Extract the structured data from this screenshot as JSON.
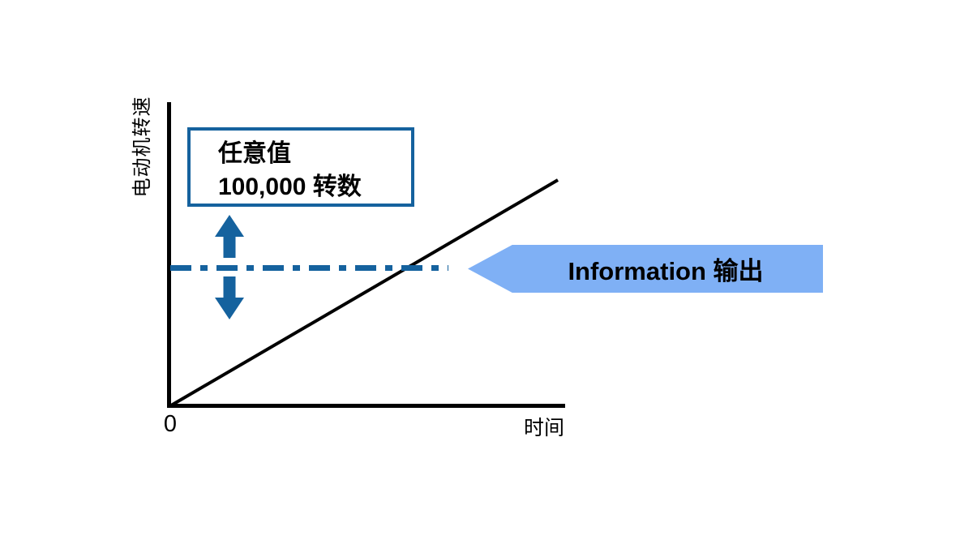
{
  "figure": {
    "y_axis_label": "电动机转速",
    "x_axis_label": "时间",
    "origin_label": "0",
    "threshold_box": {
      "line1": "任意值",
      "line2": "100,000 转数"
    },
    "banner_label": "Information 输出"
  },
  "colors": {
    "accent_dark_blue": "#15629E",
    "accent_light_blue": "#7FB0F5",
    "line_black": "#000000"
  },
  "chart_data": {
    "type": "line",
    "title": "",
    "xlabel": "时间",
    "ylabel": "电动机转速",
    "x_origin_tick": "0",
    "grid": false,
    "legend": "none",
    "series": [
      {
        "name": "电动机转速",
        "style": "solid black diagonal line",
        "description": "电动机转速从原点 0 随时间线性上升",
        "points_normalized": [
          [
            0,
            0
          ],
          [
            1,
            1
          ]
        ]
      },
      {
        "name": "任意值阈值线",
        "style": "blue dash-dot horizontal line",
        "description": "可上下调整的任意阈值（任意值 100,000 转数），转速曲线与其相交处触发 Information 输出",
        "y_value_label": "任意值 100,000 转数"
      }
    ],
    "annotations": [
      "任意值 100,000 转数 (带上下双向调整箭头)",
      "Information 输出 (指向阈值线的左向横幅箭头)"
    ]
  }
}
